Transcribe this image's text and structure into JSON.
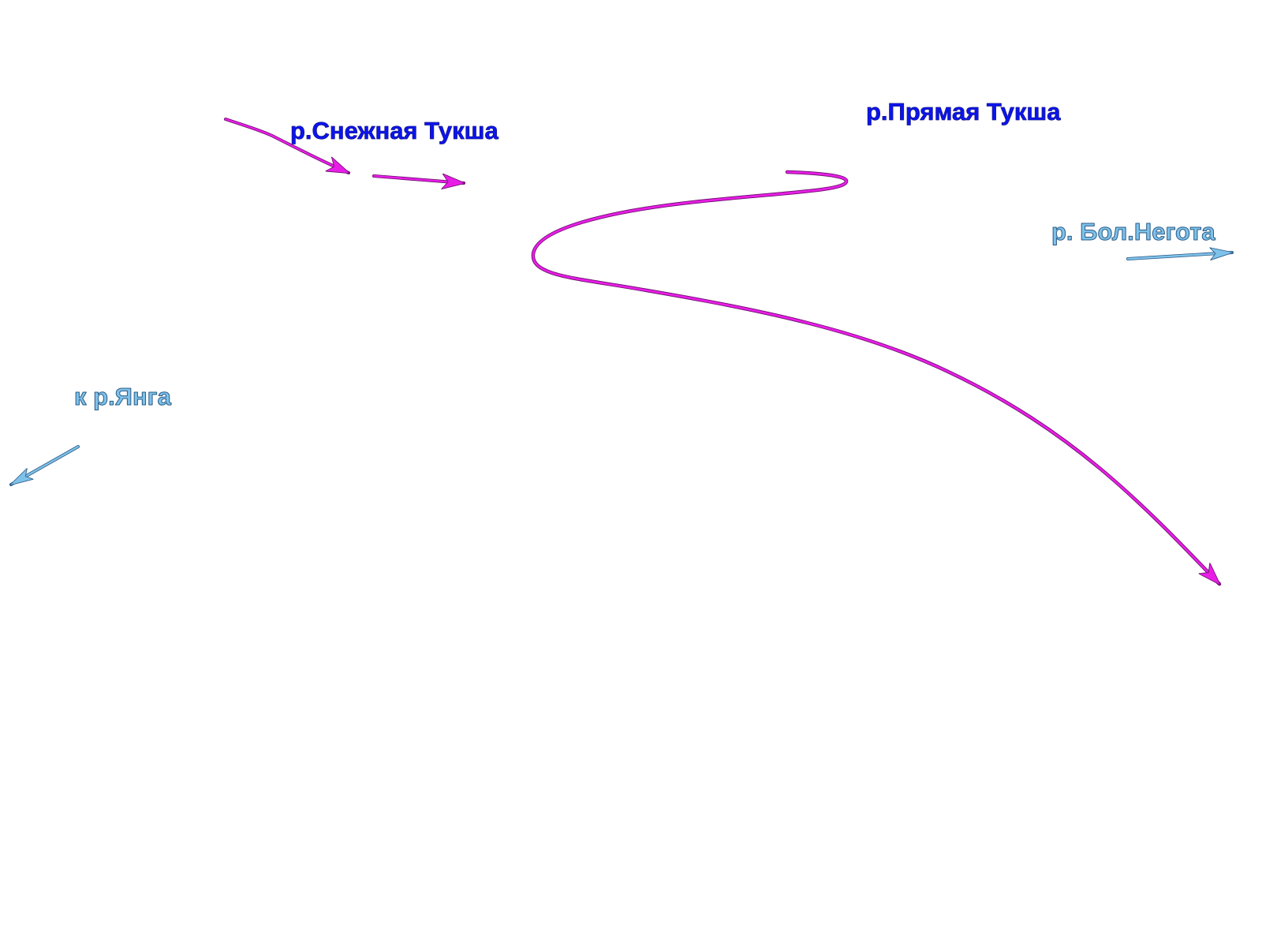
{
  "labels": {
    "snezhnaya": "р.Снежная Тукша",
    "pryamaya": "р.Прямая Тукша",
    "bol_negota": "р. Бол.Негота",
    "yanga": "к р.Янга"
  },
  "colors": {
    "background": "#ffffff",
    "main_river_label": "#0a14f0",
    "main_river_label_outline": "#1a1a8a",
    "route": "#e81ee6",
    "route_outline": "#6a0d6a",
    "side_river": "#7ec2ea",
    "side_river_outline": "#2a5a86"
  },
  "icons": {
    "route": "curved-arrow-icon",
    "side_direction": "straight-arrow-icon"
  }
}
